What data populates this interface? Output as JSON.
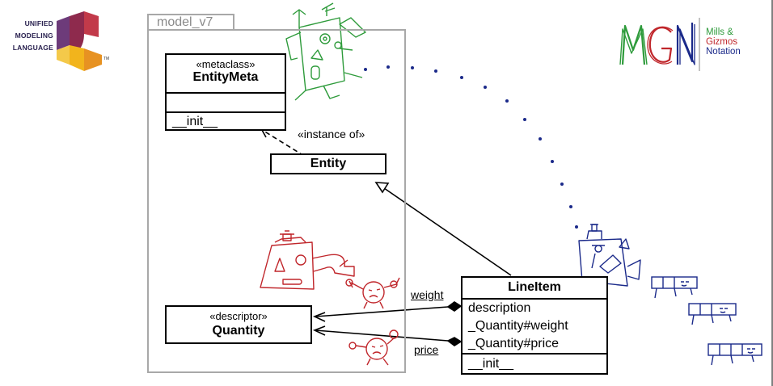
{
  "uml_logo": {
    "lines": [
      "UNIFIED",
      "MODELING",
      "LANGUAGE"
    ],
    "trademark": "TM"
  },
  "mgn_logo": {
    "letters": "MGN",
    "words": [
      "Mills &",
      "Gizmos",
      "Notation"
    ],
    "colors": {
      "m": "#1f7a2a",
      "g": "#c0262b",
      "n": "#1b2a8a"
    }
  },
  "package": {
    "name": "model_v7"
  },
  "classes": {
    "entity_meta": {
      "stereotype": "«metaclass»",
      "name": "EntityMeta",
      "methods": [
        "__init__"
      ]
    },
    "entity": {
      "name": "Entity"
    },
    "quantity": {
      "stereotype": "«descriptor»",
      "name": "Quantity"
    },
    "line_item": {
      "name": "LineItem",
      "attributes": [
        "description",
        "_Quantity#weight",
        "_Quantity#price"
      ],
      "methods": [
        "__init__"
      ]
    }
  },
  "relations": {
    "instance_of_label": "«instance of»",
    "weight_label": "weight",
    "price_label": "price"
  },
  "colors": {
    "mills": "#2e9b3b",
    "gizmos": "#c0262b",
    "notation": "#1b2a8a",
    "dots": "#1b2a8a",
    "package_border": "#a8a8a8"
  }
}
